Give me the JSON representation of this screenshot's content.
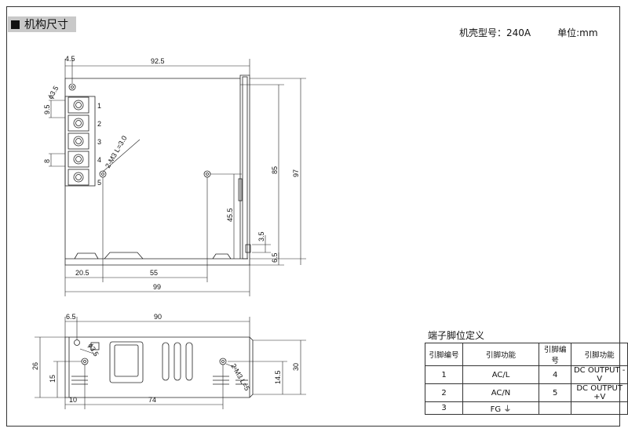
{
  "header": {
    "section_title": "机构尺寸",
    "case_model": "机壳型号：240A",
    "unit": "单位:mm"
  },
  "top_view": {
    "dims": {
      "d4_5": "4.5",
      "d92_5": "92.5",
      "hole": "ϕ3.5",
      "d9_5": "9.5",
      "d8": "8",
      "screw": "2-M3 L=3.0",
      "d85": "85",
      "d97": "97",
      "d45_5": "45.5",
      "d3_5": "3.5",
      "d6_5": "6.5",
      "d20_5": "20.5",
      "d55": "55",
      "d99": "99"
    },
    "terminal_labels": [
      "1",
      "2",
      "3",
      "4",
      "5"
    ]
  },
  "side_view": {
    "dims": {
      "d6_5": "6.5",
      "d90": "90",
      "d26": "26",
      "d15": "15",
      "hole": "ϕ3.5",
      "screw": "2-M3 L=5",
      "d30": "30",
      "d14_5": "14.5",
      "d10": "10",
      "d74": "74"
    }
  },
  "pin_table": {
    "title": "端子脚位定义",
    "headers": [
      "引脚编号",
      "引脚功能",
      "引脚编号",
      "引脚功能"
    ],
    "rows": [
      [
        "1",
        "AC/L",
        "4",
        "DC OUTPUT -V"
      ],
      [
        "2",
        "AC/N",
        "5",
        "DC OUTPUT +V"
      ],
      [
        "3",
        "FG ⏚",
        "",
        ""
      ]
    ]
  }
}
